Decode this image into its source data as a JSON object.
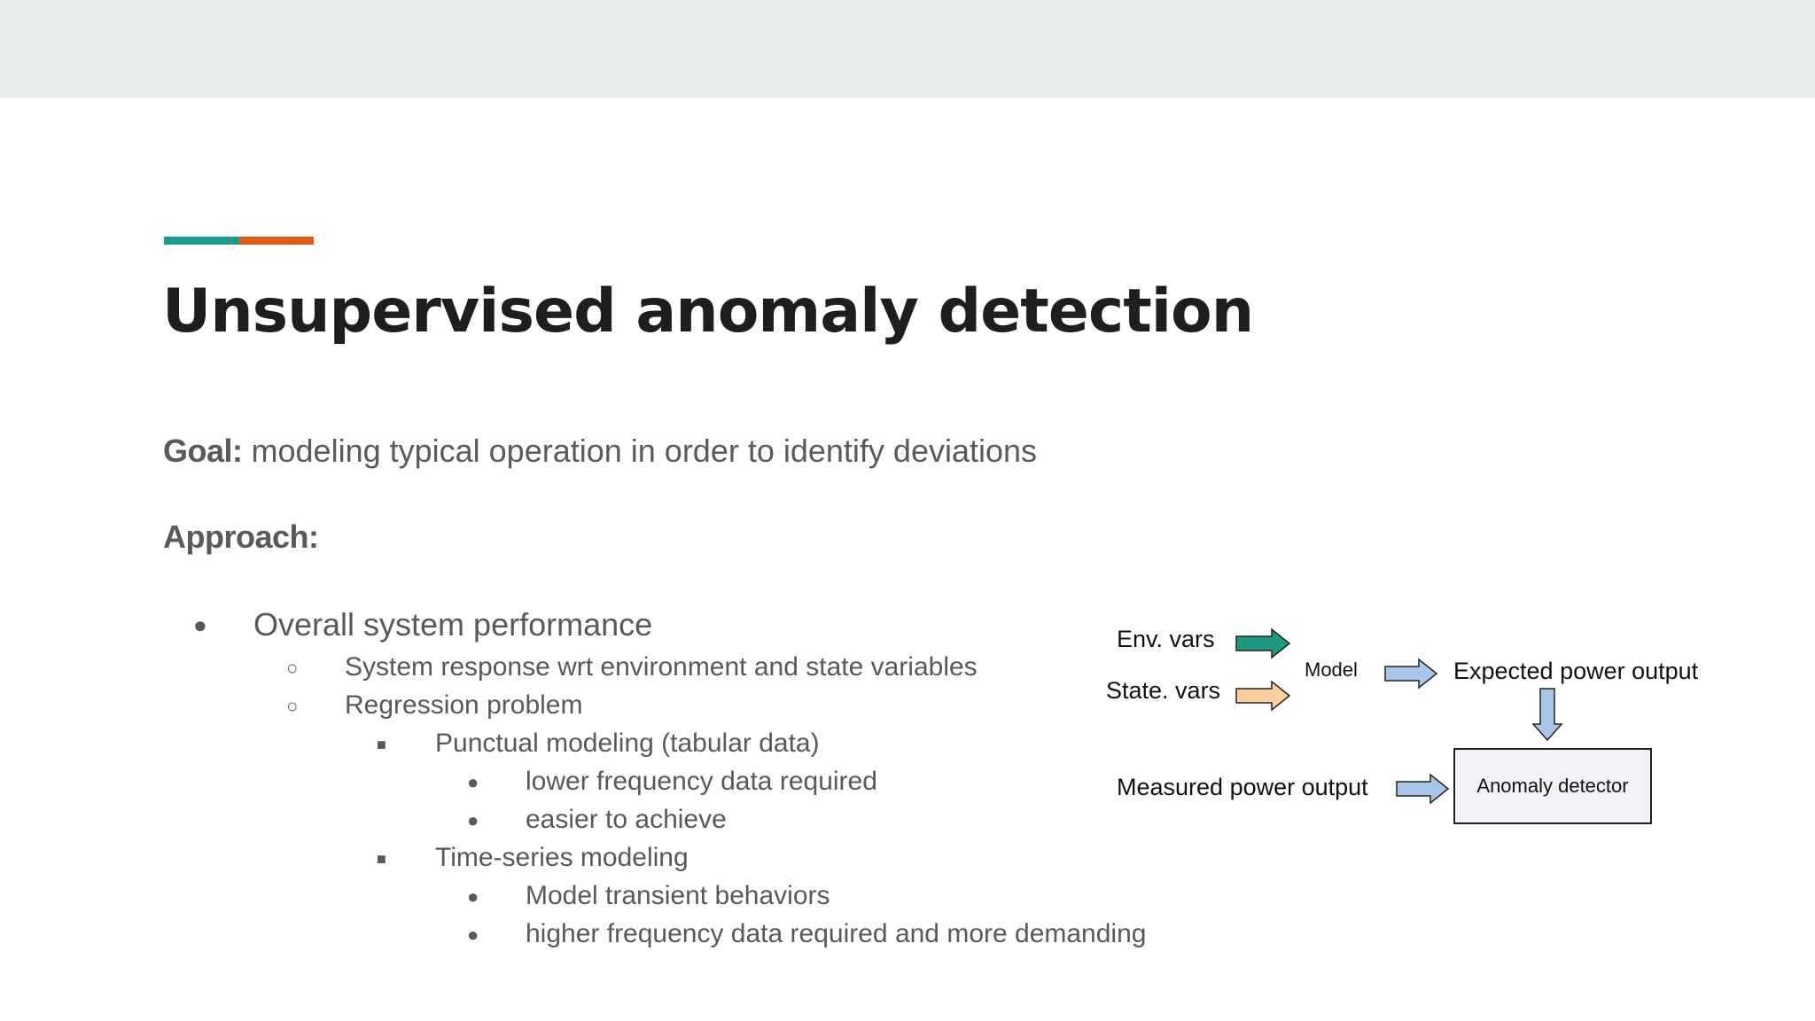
{
  "colors": {
    "accent_teal": "#1a9a89",
    "accent_orange": "#e05c15",
    "arrow_teal": "#1d9a83",
    "arrow_peach": "#f8cf9f",
    "arrow_blue": "#a8c6e9"
  },
  "slide": {
    "title": "Unsupervised anomaly detection",
    "goal_label": "Goal:",
    "goal_text": " modeling typical operation in order to identify deviations",
    "approach_label": "Approach:"
  },
  "bullets": [
    {
      "marker": "●",
      "text": "Overall system performance"
    },
    {
      "marker": "○",
      "text": "System response wrt environment and state variables"
    },
    {
      "marker": "○",
      "text": "Regression problem"
    },
    {
      "marker": "■",
      "text": "Punctual modeling (tabular data)"
    },
    {
      "marker": "●",
      "text": "lower frequency data required"
    },
    {
      "marker": "●",
      "text": "easier to achieve"
    },
    {
      "marker": "■",
      "text": "Time-series modeling"
    },
    {
      "marker": "●",
      "text": "Model transient behaviors"
    },
    {
      "marker": "●",
      "text": "higher frequency data required and more demanding"
    }
  ],
  "diagram": {
    "env_vars": "Env. vars",
    "state_vars": "State. vars",
    "model": "Model",
    "expected_output": "Expected power output",
    "measured_output": "Measured power output",
    "anomaly_detector": "Anomaly detector"
  }
}
